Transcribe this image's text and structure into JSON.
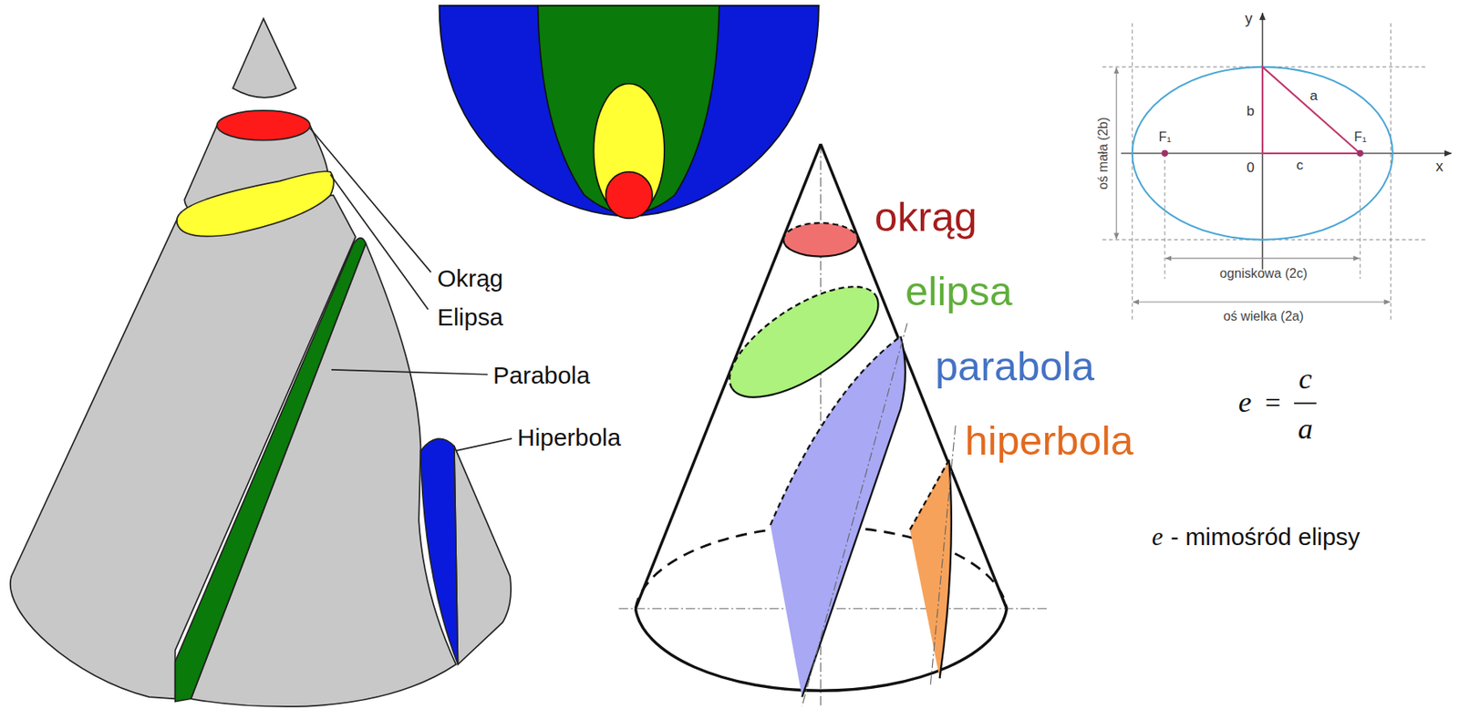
{
  "diagram": {
    "labels": [
      "Okrąg",
      "Elipsa",
      "Parabola",
      "Hiperbola",
      "okrąg",
      "elipsa",
      "parabola",
      "hiperbola",
      "y",
      "a",
      "b",
      "F₁",
      "F₁",
      "0",
      "c",
      "x",
      "oś mała (2b)",
      "ogniskowa (2c)",
      "oś wielka (2a)",
      "e",
      "=",
      "c",
      "a",
      "e",
      "- mimośród elipsy"
    ]
  }
}
